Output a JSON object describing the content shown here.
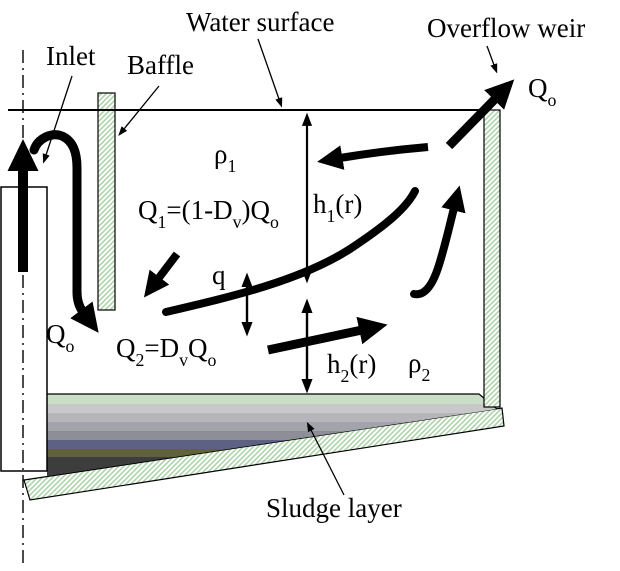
{
  "diagram": {
    "labels": {
      "inlet": "Inlet",
      "baffle": "Baffle",
      "water_surface": "Water surface",
      "overflow_weir": "Overflow weir",
      "q_out_top": "Q{o}",
      "rho1": "ρ{1}",
      "q1_equation": "Q{1}=(1-D{v})Q{o}",
      "h1": "h{1}(r)",
      "q_interface": "q",
      "q_inlet_down": "Q{o}",
      "q2_equation": "Q{2}=D{v}Q{o}",
      "h2": "h{2}(r)",
      "rho2": "ρ{2}",
      "sludge_layer": "Sludge layer"
    },
    "colors": {
      "line": "#000000",
      "background": "#ffffff",
      "hatch_green": "#aed4aa",
      "sludge_bands": [
        "#cbdfc6",
        "#c8c8c8",
        "#b6b6ba",
        "#a3a3ab",
        "#8e8e98",
        "#5d6183",
        "#61613c",
        "#3d3d3d"
      ]
    }
  }
}
